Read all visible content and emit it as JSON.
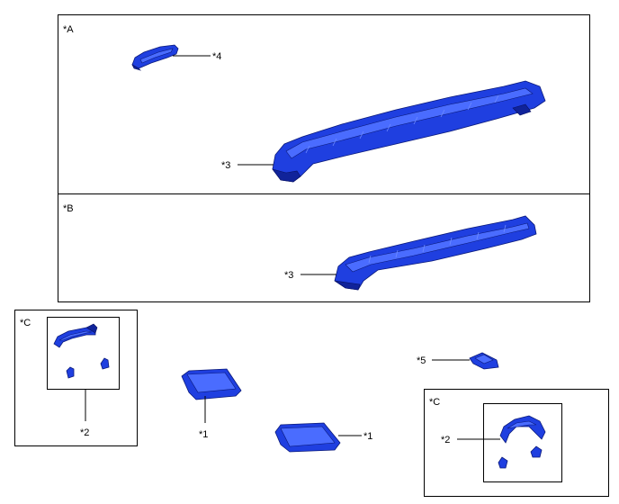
{
  "sections": {
    "a": {
      "label": "*A"
    },
    "b": {
      "label": "*B"
    },
    "c_left": {
      "label": "*C"
    },
    "c_right": {
      "label": "*C"
    }
  },
  "callouts": {
    "part4": "*4",
    "part3_a": "*3",
    "part3_b": "*3",
    "part2_left": "*2",
    "part2_right": "*2",
    "part1_left": "*1",
    "part1_right": "*1",
    "part5": "*5"
  },
  "colors": {
    "part_fill": "#1f3fe0",
    "part_outline": "#0b1a7a",
    "frame": "#000000"
  }
}
